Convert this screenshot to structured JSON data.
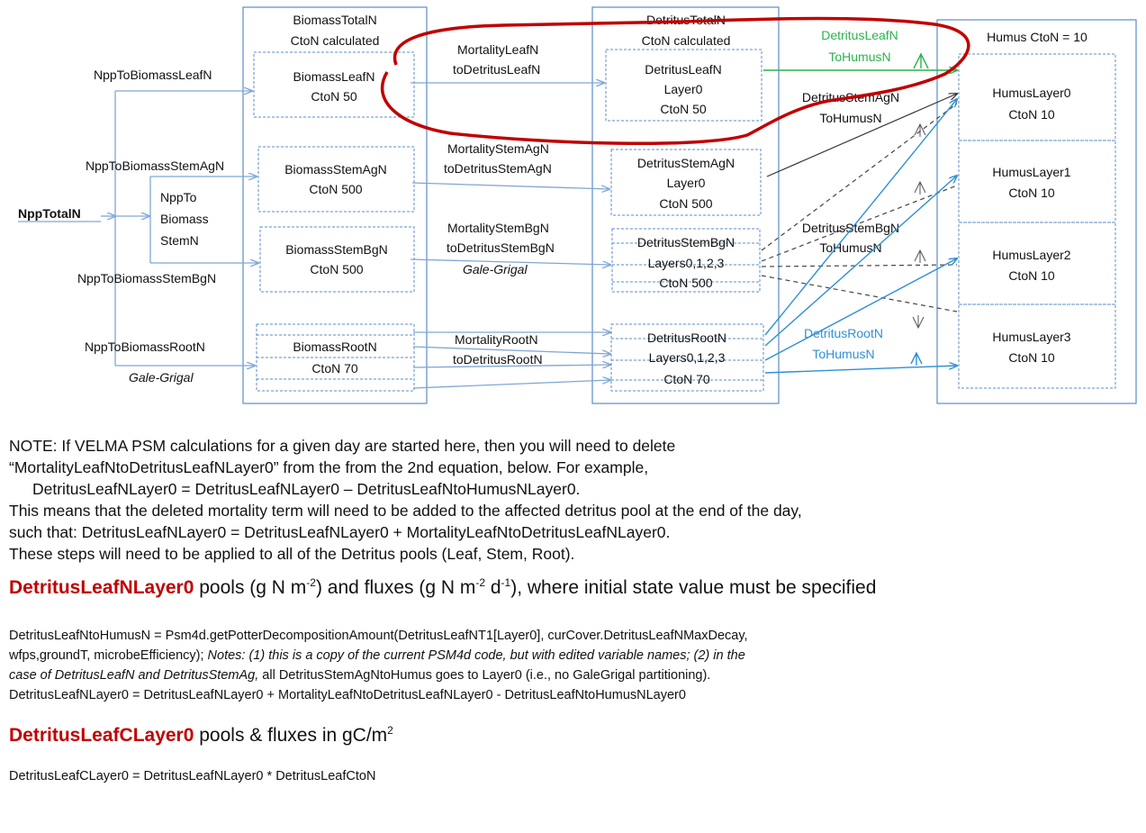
{
  "diagram": {
    "biomass_header": [
      "BiomassTotalN",
      "CtoN calculated"
    ],
    "detritus_header": [
      "DetritusTotalN",
      "CtoN calculated"
    ],
    "humus_header": "Humus CtoN = 10",
    "npp_total": "NppTotalN",
    "npp_leaf": "NppToBiomassLeafN",
    "npp_stemag": "NppToBiomassStemAgN",
    "npp_stembg": "NppToBiomassStemBgN",
    "npp_root": "NppToBiomassRootN",
    "npp_stem_box": [
      "NppTo",
      "Biomass",
      "StemN"
    ],
    "gale_grigal": "Gale-Grigal",
    "biomass_leaf": [
      "BiomassLeafN",
      "CtoN 50"
    ],
    "biomass_stemag": [
      "BiomassStemAgN",
      "CtoN 500"
    ],
    "biomass_stembg": [
      "BiomassStemBgN",
      "CtoN 500"
    ],
    "biomass_root": [
      "BiomassRootN",
      "CtoN 70"
    ],
    "mort_leaf": [
      "MortalityLeafN",
      "toDetritusLeafN"
    ],
    "mort_stemag": [
      "MortalityStemAgN",
      "toDetritusStemAgN"
    ],
    "mort_stembg": [
      "MortalityStemBgN",
      "toDetritusStemBgN"
    ],
    "mort_root": [
      "MortalityRootN",
      "toDetritusRootN"
    ],
    "det_leaf": [
      "DetritusLeafN",
      "Layer0",
      "CtoN 50"
    ],
    "det_stemag": [
      "DetritusStemAgN",
      "Layer0",
      "CtoN 500"
    ],
    "det_stembg": [
      "DetritusStemBgN",
      "Layers0,1,2,3",
      "CtoN 500"
    ],
    "det_root": [
      "DetritusRootN",
      "Layers0,1,2,3",
      "CtoN 70"
    ],
    "flux_leaf": [
      "DetritusLeafN",
      "ToHumusN"
    ],
    "flux_stemag": [
      "DetritusStemAgN",
      "ToHumusN"
    ],
    "flux_stembg": [
      "DetritusStemBgN",
      "ToHumusN"
    ],
    "flux_root": [
      "DetritusRootN",
      "ToHumusN"
    ],
    "humus_layers": [
      [
        "HumusLayer0",
        "CtoN 10"
      ],
      [
        "HumusLayer1",
        "CtoN 10"
      ],
      [
        "HumusLayer2",
        "CtoN 10"
      ],
      [
        "HumusLayer3",
        "CtoN 10"
      ]
    ]
  },
  "note": {
    "line1": "NOTE:  If VELMA PSM calculations for a given day are started here, then you will need to delete",
    "line2": "“MortalityLeafNtoDetritusLeafNLayer0” from the from the 2nd equation, below.  For example,",
    "line3": "DetritusLeafNLayer0 = DetritusLeafNLayer0 – DetritusLeafNtoHumusNLayer0.",
    "line4": "This means that the deleted mortality term will need to be added to the affected detritus pool at the end of the day,",
    "line5": "such that:  DetritusLeafNLayer0 = DetritusLeafNLayer0 + MortalityLeafNtoDetritusLeafNLayer0.",
    "line6": "These steps will need to be applied to all of the Detritus pools (Leaf, Stem, Root)."
  },
  "section1": {
    "title_red": "DetritusLeafNLayer0",
    "title_rest": " pools (g N m",
    "sup1": "-2",
    "title_mid": ") and fluxes (g N m",
    "sup2": "-2",
    "title_d": " d",
    "sup3": "-1",
    "title_end": "), where initial state value must be specified"
  },
  "code": {
    "line1": "DetritusLeafNtoHumusN = Psm4d.getPotterDecompositionAmount(DetritusLeafNT1[Layer0], curCover.DetritusLeafNMaxDecay,",
    "line2_plain": "wfps,groundT, microbeEfficiency);  ",
    "line2_italic": "Notes: (1) this is a copy of the current PSM4d code, but with edited variable names; (2) in the",
    "line3_italic": "case of DetritusLeafN and DetritusStemAg,",
    "line3_plain": " all DetritusStemAgNtoHumus goes to Layer0   (i.e., no GaleGrigal partitioning).",
    "line4": "DetritusLeafNLayer0 = DetritusLeafNLayer0 + MortalityLeafNtoDetritusLeafNLayer0 - DetritusLeafNtoHumusNLayer0"
  },
  "section2": {
    "title_red": "DetritusLeafCLayer0",
    "title_rest": " pools & fluxes  in gC/m",
    "sup": "2",
    "formula": "DetritusLeafCLayer0 = DetritusLeafNLayer0  * DetritusLeafCtoN"
  }
}
